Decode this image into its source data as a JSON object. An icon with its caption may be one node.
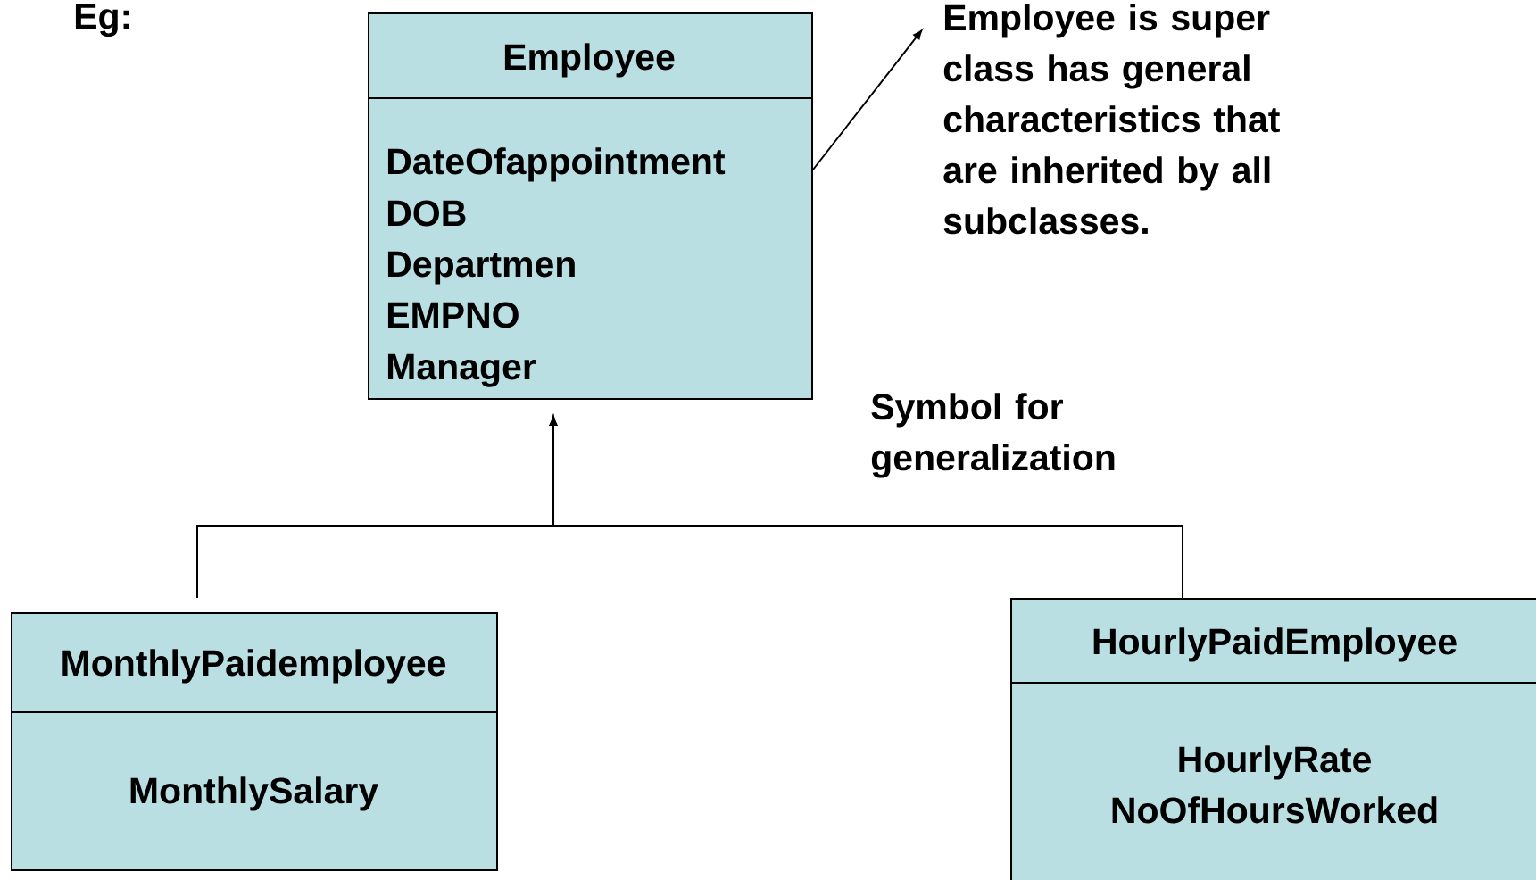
{
  "diagram": {
    "nodes": [
      {
        "text": [
          "Employee",
          "DateOfappointment",
          "DOB",
          "Departmen",
          "EMPNO",
          "Manager"
        ]
      },
      {
        "text": [
          "Employee is super class has general characteristics that are inherited by all subclasses."
        ]
      },
      {
        "text": [
          "MonthlyPaidemployee",
          "MonthlySalary"
        ]
      },
      {
        "text": [
          "HourlyPaidEmployee",
          "HourlyRate",
          "NoOfHoursWorked"
        ]
      }
    ],
    "edges": [
      {
        "from": 0,
        "to": 1,
        "arrow": "to"
      },
      {
        "from": 2,
        "to": 0,
        "arrow": "to"
      },
      {
        "from": 3,
        "to": 0,
        "arrow": "to"
      }
    ],
    "labels": [
      "Eg:",
      "Symbol for generalization"
    ]
  }
}
